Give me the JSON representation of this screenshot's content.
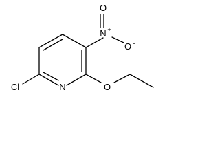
{
  "molecule": {
    "atoms": {
      "nitro_n": "N",
      "nitro_n_charge": "+",
      "nitro_o_top": "O",
      "nitro_o_right": "O",
      "nitro_o_right_charge": "-",
      "chlorine": "Cl",
      "ring_n": "N",
      "ether_o": "O"
    },
    "colors": {
      "bond": "#000000",
      "text": "#000000",
      "background": "#ffffff"
    }
  }
}
